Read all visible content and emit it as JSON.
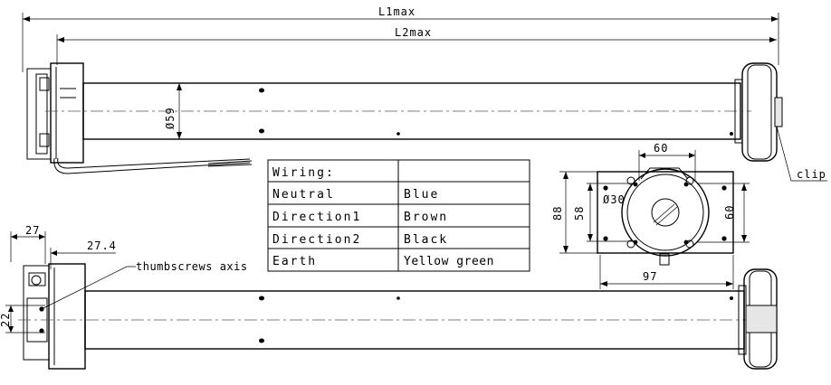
{
  "dimensions": {
    "l1": "L1max",
    "l2": "L2max",
    "dia": "Ø59",
    "d60_top": "60",
    "d88": "88",
    "d58": "58",
    "d60_right": "60",
    "d30": "Ø30",
    "d97": "97",
    "d27": "27",
    "d27_4": "27.4",
    "d22": "22"
  },
  "labels": {
    "clip": "clip",
    "thumbscrews": "thumbscrews axis"
  },
  "wiring": {
    "header": "Wiring:",
    "rows": [
      {
        "name": "Neutral",
        "color": "Blue"
      },
      {
        "name": "Direction1",
        "color": "Brown"
      },
      {
        "name": "Direction2",
        "color": "Black"
      },
      {
        "name": "Earth",
        "color": "Yellow green"
      }
    ]
  }
}
